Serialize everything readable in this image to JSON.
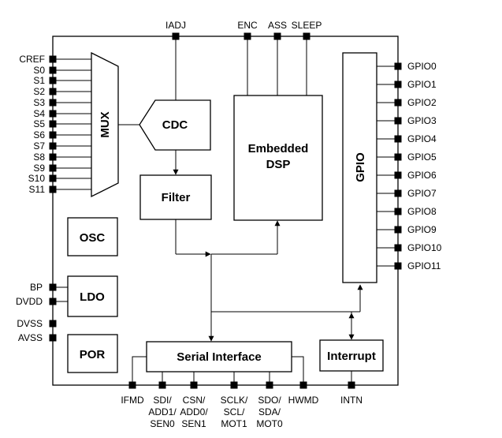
{
  "blocks": {
    "mux": "MUX",
    "cdc": "CDC",
    "filter": "Filter",
    "dsp_line1": "Embedded",
    "dsp_line2": "DSP",
    "gpio": "GPIO",
    "osc": "OSC",
    "ldo": "LDO",
    "por": "POR",
    "serial": "Serial Interface",
    "interrupt": "Interrupt"
  },
  "pins": {
    "top": [
      "IADJ",
      "ENC",
      "ASS",
      "SLEEP"
    ],
    "left_inputs": [
      "CREF",
      "S0",
      "S1",
      "S2",
      "S3",
      "S4",
      "S5",
      "S6",
      "S7",
      "S8",
      "S9",
      "S10",
      "S11"
    ],
    "left_power": [
      "BP",
      "DVDD",
      "DVSS",
      "AVSS"
    ],
    "right": [
      "GPIO0",
      "GPIO1",
      "GPIO2",
      "GPIO3",
      "GPIO4",
      "GPIO5",
      "GPIO6",
      "GPIO7",
      "GPIO8",
      "GPIO9",
      "GPIO10",
      "GPIO11"
    ],
    "bottom": [
      {
        "line1": "IFMD",
        "line2": "",
        "line3": ""
      },
      {
        "line1": "SDI/",
        "line2": "ADD1/",
        "line3": "SEN0"
      },
      {
        "line1": "CSN/",
        "line2": "ADD0/",
        "line3": "SEN1"
      },
      {
        "line1": "SCLK/",
        "line2": "SCL/",
        "line3": "MOT1"
      },
      {
        "line1": "SDO/",
        "line2": "SDA/",
        "line3": "MOT0"
      },
      {
        "line1": "HWMD",
        "line2": "",
        "line3": ""
      },
      {
        "line1": "INTN",
        "line2": "",
        "line3": ""
      }
    ]
  }
}
